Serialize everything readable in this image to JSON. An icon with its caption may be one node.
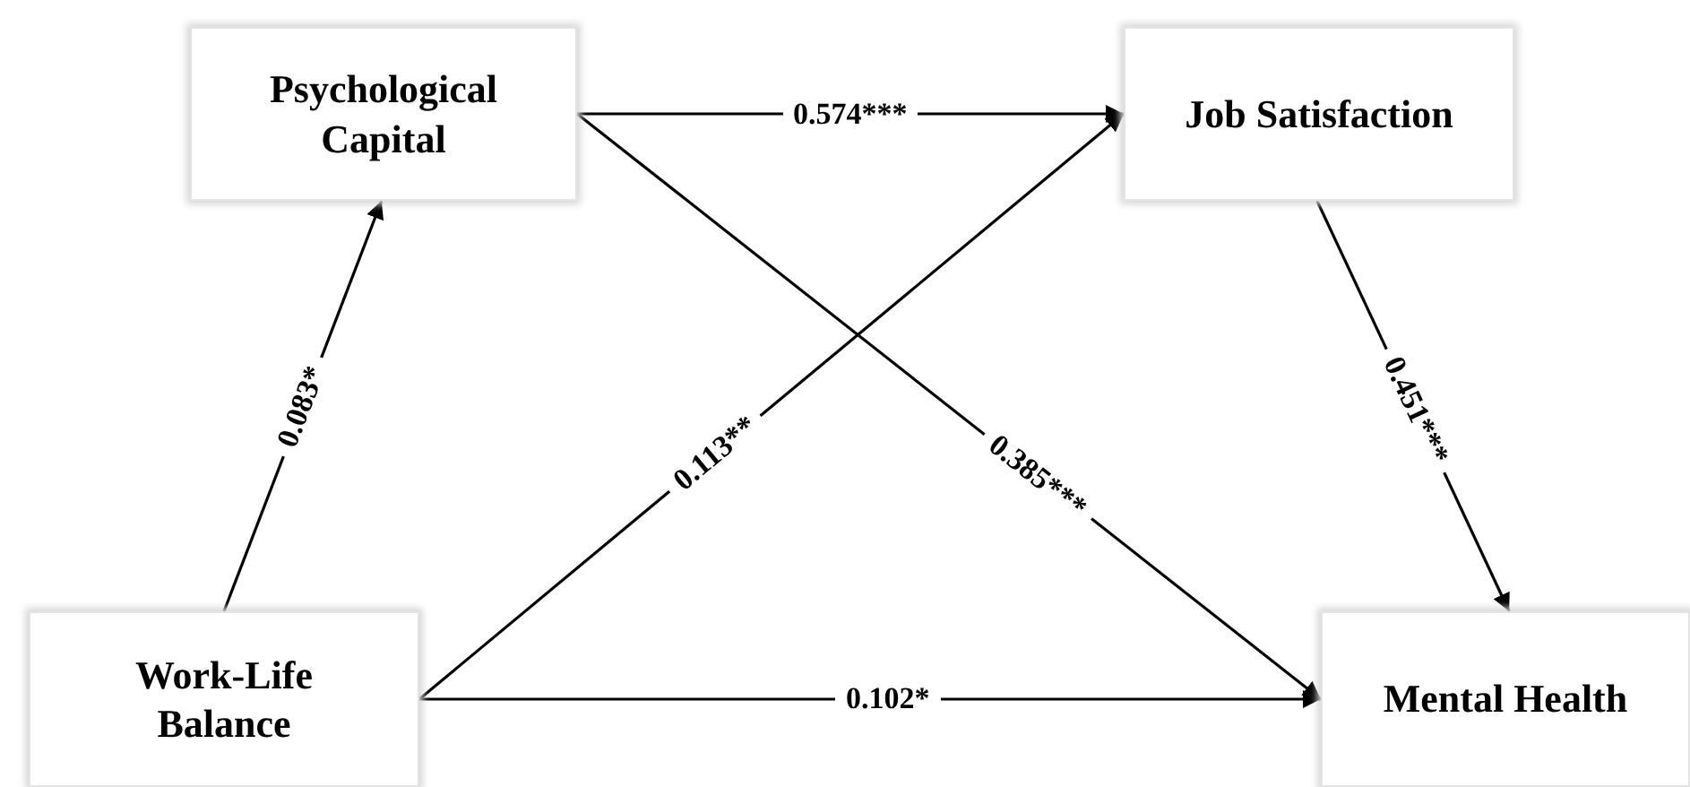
{
  "diagram": {
    "nodes": [
      {
        "text": [
          "Psychological Capital"
        ]
      },
      {
        "text": [
          "Job Satisfaction"
        ]
      },
      {
        "text": [
          "Work-Life Balance"
        ]
      },
      {
        "text": [
          "Mental Health"
        ]
      }
    ],
    "edges": [
      {
        "from": 2,
        "to": 0,
        "arrow": "to",
        "label": "0.083*"
      },
      {
        "from": 2,
        "to": 1,
        "arrow": "to",
        "label": "0.113**"
      },
      {
        "from": 2,
        "to": 3,
        "arrow": "to",
        "label": "0.102*"
      },
      {
        "from": 0,
        "to": 1,
        "arrow": "to",
        "label": "0.574***"
      },
      {
        "from": 0,
        "to": 3,
        "arrow": "to",
        "label": "0.385***"
      },
      {
        "from": 1,
        "to": 3,
        "arrow": "to",
        "label": "0.451***"
      }
    ]
  }
}
